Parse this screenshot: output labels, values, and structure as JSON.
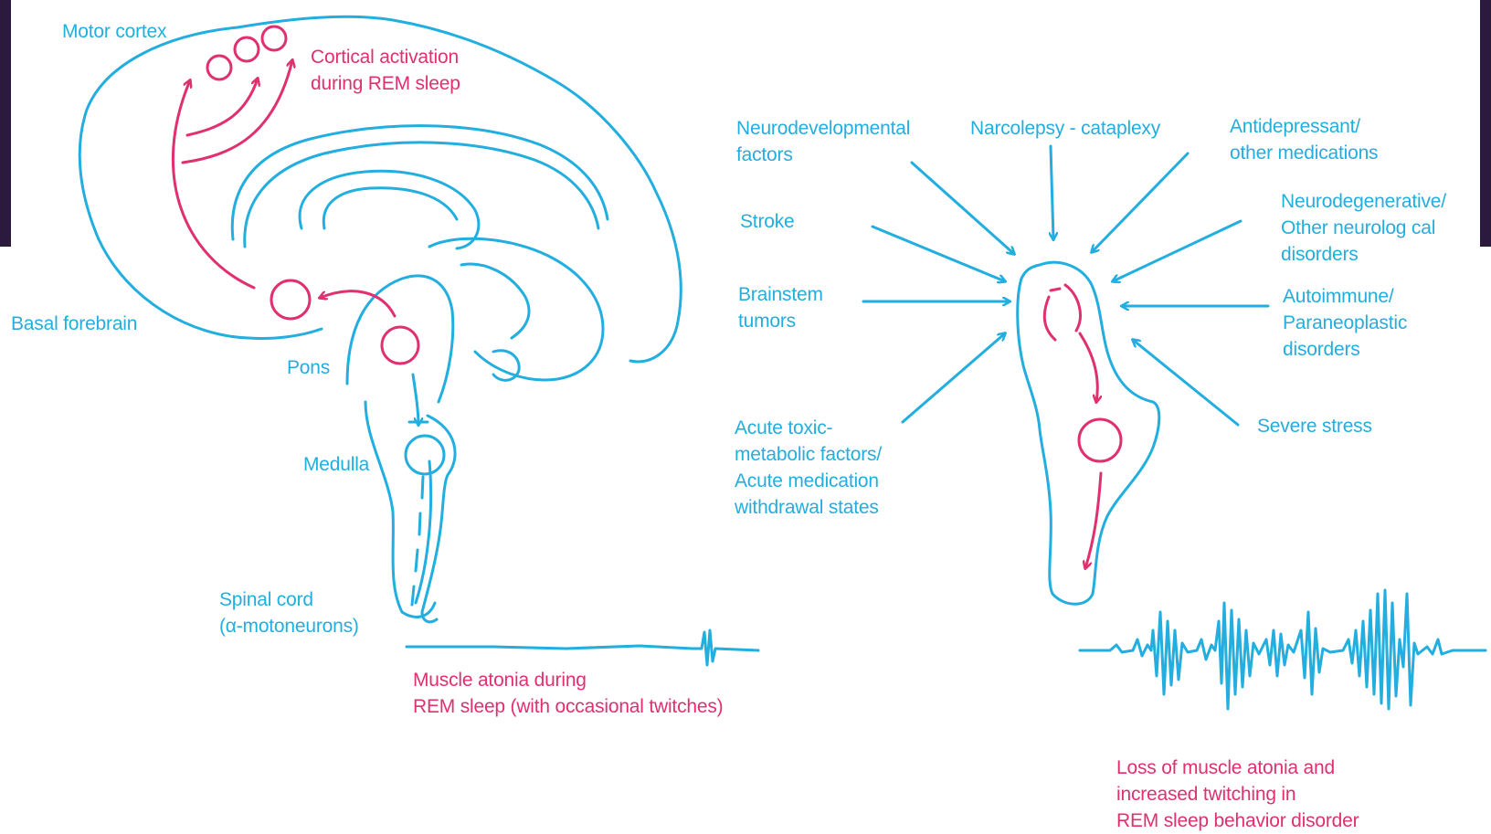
{
  "left_panel": {
    "labels": {
      "motor_cortex": "Motor cortex",
      "cortical_activation": "Cortical activation\nduring REM sleep",
      "basal_forebrain": "Basal forebrain",
      "pons": "Pons",
      "medulla": "Medulla",
      "spinal_cord": "Spinal cord\n(α-motoneurons)",
      "muscle_atonia": "Muscle atonia during\nREM sleep (with occasional twitches)"
    }
  },
  "right_panel": {
    "factors": {
      "neurodevelopmental": "Neurodevelopmental\nfactors",
      "narcolepsy": "Narcolepsy - cataplexy",
      "antidepressant": "Antidepressant/\nother medications",
      "stroke": "Stroke",
      "neurodegenerative": "Neurodegenerative/\nOther neurolog cal\ndisorders",
      "brainstem_tumors": "Brainstem\ntumors",
      "autoimmune": "Autoimmune/\nParaneoplastic\ndisorders",
      "acute_toxic": "Acute toxic-\nmetabolic factors/\nAcute medication\nwithdrawal states",
      "severe_stress": "Severe stress"
    },
    "loss_of_atonia": "Loss of muscle atonia and\nincreased twitching in\nREM sleep behavior disorder"
  },
  "colors": {
    "anatomy_blue": "#22aedf",
    "highlight_pink": "#e0306f",
    "corner_band": "#2b1a3e",
    "background": "#ffffff"
  }
}
